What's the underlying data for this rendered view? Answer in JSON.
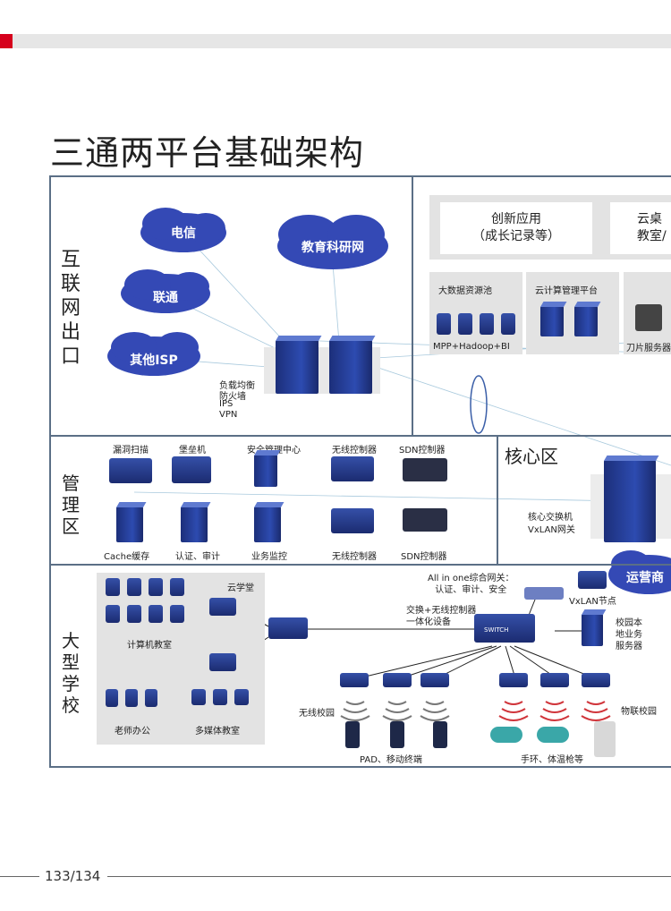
{
  "title": "三通两平台基础架构",
  "page_number": "133/134",
  "colors": {
    "accent": "#d6001c",
    "frame": "#5b6f86",
    "cloud": "#3449b5",
    "device": "#26408f"
  },
  "internet": {
    "label": "互联网出口",
    "clouds": [
      "电信",
      "教育科研网",
      "联通",
      "其他ISP"
    ],
    "firewall_caption": [
      "负载均衡",
      "防火墙",
      "IPS",
      "VPN"
    ]
  },
  "platform": {
    "apps": [
      "创新应用\n（成长记录等）",
      "云桌\n教室/"
    ],
    "pools": [
      "大数据资源池",
      "云计算管理平台"
    ],
    "mpp": "MPP+Hadoop+BI",
    "blade": "刀片服务器"
  },
  "management": {
    "label": "管理区",
    "top": [
      "漏洞扫描",
      "堡垒机",
      "安全管理中心",
      "无线控制器",
      "SDN控制器"
    ],
    "bottom": [
      "Cache缓存",
      "认证、审计",
      "业务监控",
      "无线控制器",
      "SDN控制器"
    ]
  },
  "core": {
    "label": "核心区",
    "switch_caption": "核心交换机\nVxLAN网关",
    "operator": "运营商"
  },
  "school": {
    "label": "大型学校",
    "cloud_hall": "云学堂",
    "computer_room": "计算机教室",
    "teacher_office": "老师办公",
    "media_room": "多媒体教室",
    "gateway": "All in one综合网关：\n认证、审计、安全",
    "switch_wireless": "交换+无线控制器\n一体化设备",
    "vxlan_node": "VxLAN节点",
    "local_server": "校园本\n地业务\n服务器",
    "wireless_campus": "无线校园",
    "iot_campus": "物联校园",
    "pad": "PAD、移动终端",
    "wristband": "手环、体温枪等",
    "switch_text": "SWITCH"
  }
}
